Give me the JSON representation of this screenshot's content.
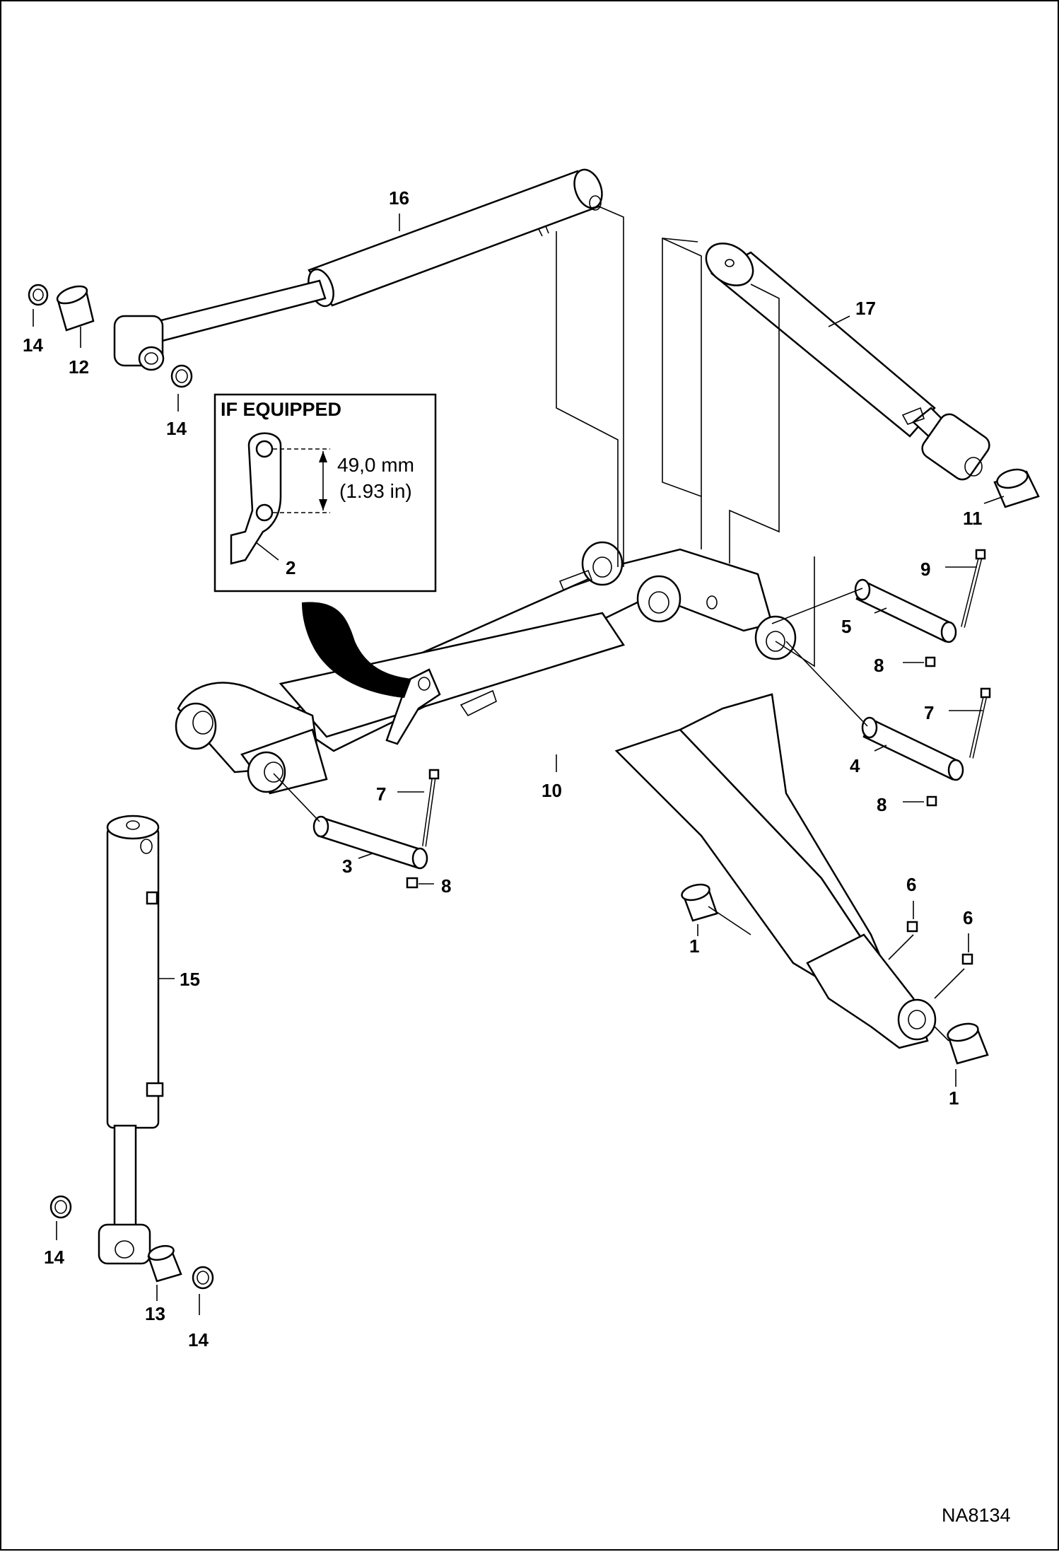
{
  "inset": {
    "title": "IF EQUIPPED",
    "dimension_metric": "49,0 mm",
    "dimension_imperial": "(1.93 in)",
    "item": "2"
  },
  "callouts": {
    "c1a": "1",
    "c1b": "1",
    "c3": "3",
    "c4": "4",
    "c5": "5",
    "c6a": "6",
    "c6b": "6",
    "c7a": "7",
    "c7b": "7",
    "c8a": "8",
    "c8b": "8",
    "c8c": "8",
    "c9": "9",
    "c10": "10",
    "c11": "11",
    "c12": "12",
    "c13": "13",
    "c14a": "14",
    "c14b": "14",
    "c14c": "14",
    "c14d": "14",
    "c15": "15",
    "c16": "16",
    "c17": "17"
  },
  "figure_id": "NA8134"
}
